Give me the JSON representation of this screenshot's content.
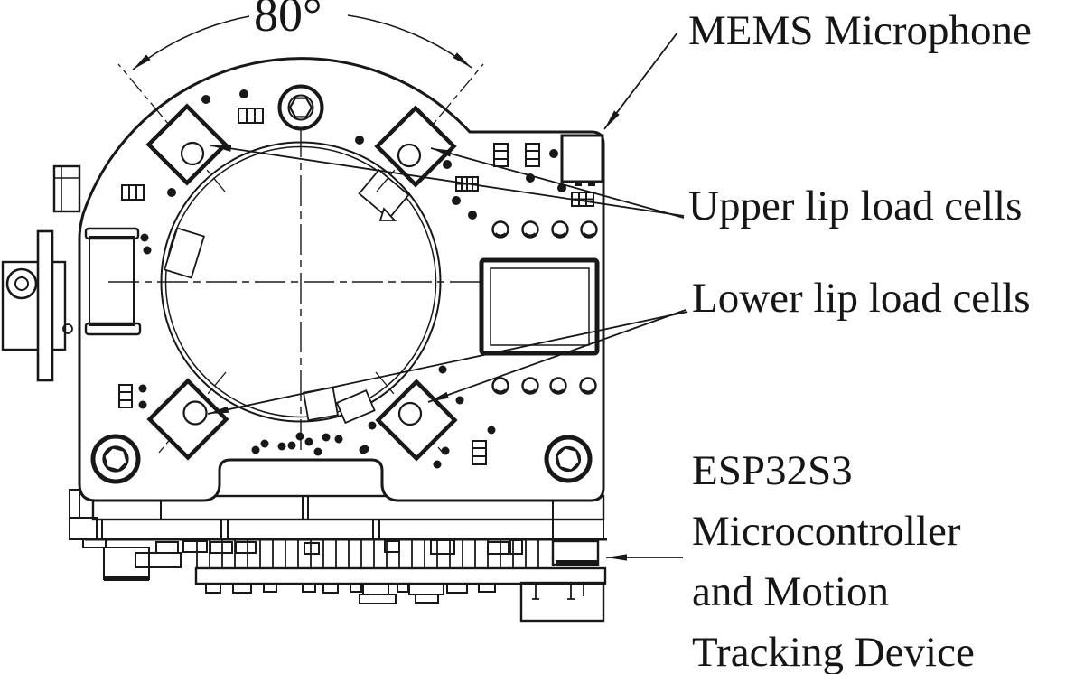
{
  "figure": {
    "background": "#ffffff",
    "ink_color": "#181818"
  },
  "labels": {
    "angle": "80°",
    "mems": "MEMS Microphone",
    "upper_load_cells": "Upper lip load cells",
    "lower_load_cells": "Lower lip load cells",
    "esp_lines": [
      "ESP32S3",
      "Microcontroller",
      "and Motion",
      "Tracking Device"
    ]
  }
}
